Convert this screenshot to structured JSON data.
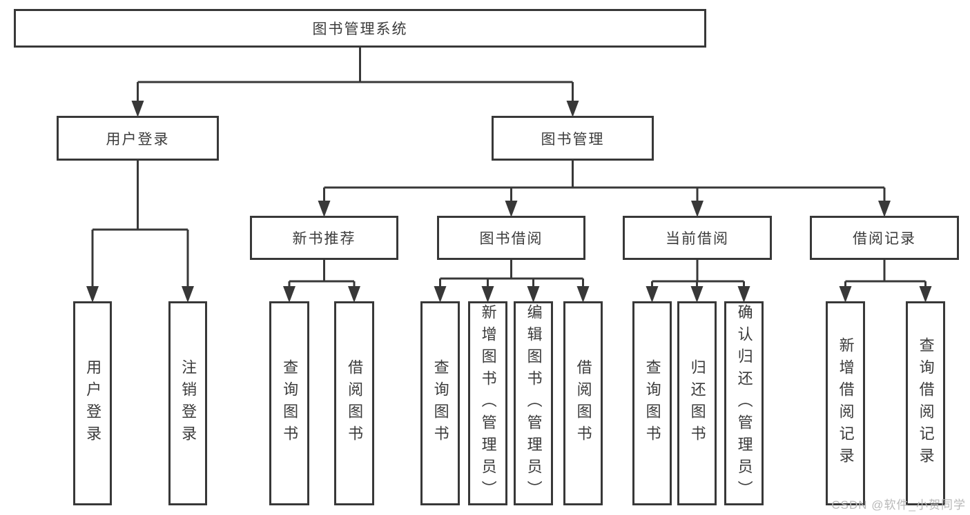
{
  "title": "图书管理系统",
  "watermark": "CSDN @软件_小贺同学",
  "colors": {
    "line": "#383838",
    "box_border": "#383838",
    "text": "#3b3b3b",
    "background": "#ffffff",
    "watermark": "#b8b8b8"
  },
  "nodes": {
    "root": {
      "label": "图书管理系统"
    },
    "user-login": {
      "label": "用户登录",
      "parent": "root"
    },
    "book-management": {
      "label": "图书管理",
      "parent": "root"
    },
    "new-book-recommend": {
      "label": "新书推荐",
      "parent": "book-management"
    },
    "book-borrow": {
      "label": "图书借阅",
      "parent": "book-management"
    },
    "current-borrow": {
      "label": "当前借阅",
      "parent": "book-management"
    },
    "borrow-records": {
      "label": "借阅记录",
      "parent": "book-management"
    },
    "leaf-user-login": {
      "label": "用户登录",
      "parent": "user-login"
    },
    "leaf-logout": {
      "label": "注销登录",
      "parent": "user-login"
    },
    "leaf-query-book-1": {
      "label": "查询图书",
      "parent": "new-book-recommend"
    },
    "leaf-borrow-book-1": {
      "label": "借阅图书",
      "parent": "new-book-recommend"
    },
    "leaf-query-book-2": {
      "label": "查询图书",
      "parent": "book-borrow"
    },
    "leaf-add-book": {
      "label": "新增图书（管理员）",
      "parent": "book-borrow"
    },
    "leaf-edit-book": {
      "label": "编辑图书（管理员）",
      "parent": "book-borrow"
    },
    "leaf-borrow-book-2": {
      "label": "借阅图书",
      "parent": "book-borrow"
    },
    "leaf-query-book-3": {
      "label": "查询图书",
      "parent": "current-borrow"
    },
    "leaf-return-book": {
      "label": "归还图书",
      "parent": "current-borrow"
    },
    "leaf-confirm-return": {
      "label": "确认归还（管理员）",
      "parent": "current-borrow"
    },
    "leaf-add-record": {
      "label": "新增借阅记录",
      "parent": "borrow-records"
    },
    "leaf-query-record": {
      "label": "查询借阅记录",
      "parent": "borrow-records"
    }
  }
}
